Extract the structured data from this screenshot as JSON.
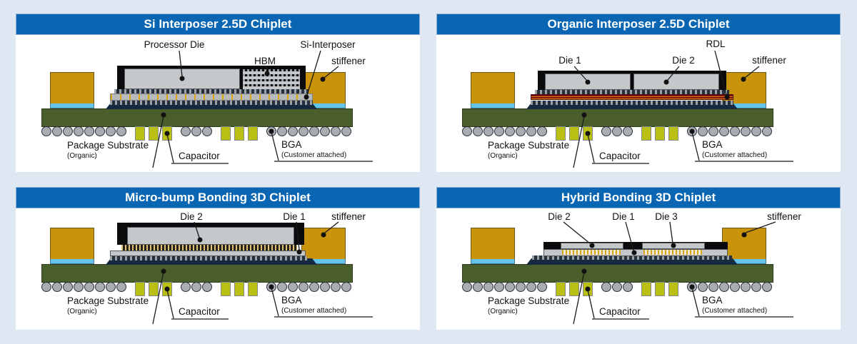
{
  "shared": {
    "stiffener": "stiffener",
    "package_substrate": "Package Substrate",
    "package_substrate_sub": "(Organic)",
    "capacitor": "Capacitor",
    "bga": "BGA",
    "bga_sub": "(Customer attached)"
  },
  "panels": [
    {
      "title": "Si Interposer 2.5D Chiplet",
      "labels": {
        "a": "Processor Die",
        "b": "Si-Interposer",
        "c": "HBM"
      }
    },
    {
      "title": "Organic Interposer 2.5D Chiplet",
      "labels": {
        "a": "Die 1",
        "b": "Die 2",
        "c": "RDL"
      }
    },
    {
      "title": "Micro-bump Bonding 3D Chiplet",
      "labels": {
        "a": "Die 2",
        "b": "Die 1"
      }
    },
    {
      "title": "Hybrid Bonding 3D Chiplet",
      "labels": {
        "a": "Die 2",
        "b": "Die 1",
        "c": "Die 3"
      }
    }
  ],
  "colors": {
    "page_bg": "#dfe7f3",
    "panel_bg": "#ffffff",
    "header_blue": "#0a66b2",
    "header_border": "#8fb0d4",
    "title_text": "#ffffff",
    "substrate_green": "#4a5e2b",
    "stiffener_gold": "#c9940b",
    "adhesive_blue": "#62c4ea",
    "mold_black": "#0b0b0d",
    "die_gray": "#c5c8ca",
    "interposer_gray": "#b7babd",
    "tsv_gold": "#d9a715",
    "bump_light": "#9ba0a5",
    "bump_dark": "#25303f",
    "underfill_navy": "#152941",
    "rdl_red": "#7a150d",
    "rdl_trace_orange": "#e6820f",
    "ball_gray": "#a9acb0",
    "ball_outline": "#2b3340",
    "capacitor_olive": "#b9c011",
    "line_black": "#1a1a1a"
  }
}
